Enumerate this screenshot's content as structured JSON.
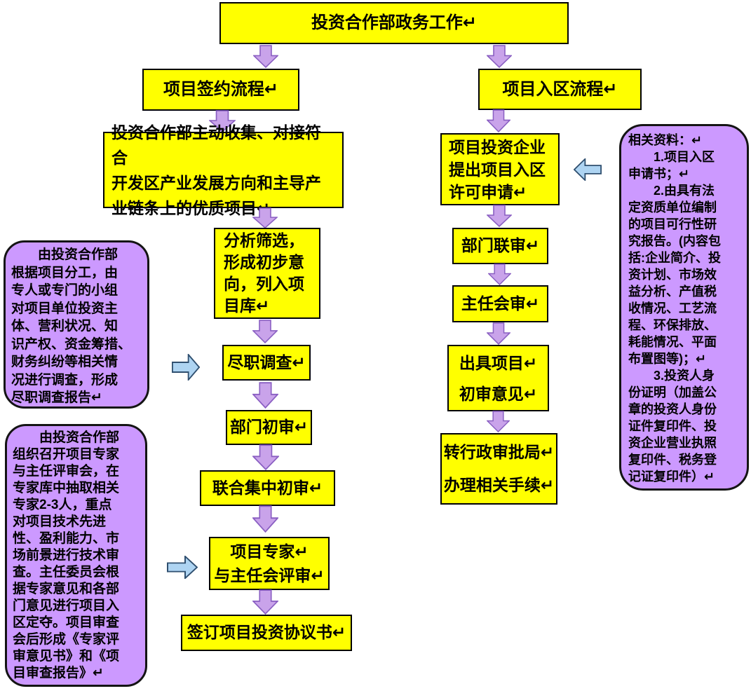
{
  "title_box": {
    "label": "投资合作部政务工作↵"
  },
  "left_flow": {
    "header": "项目签约流程↵",
    "steps": [
      {
        "id": "collect",
        "label": "投资合作部主动收集、对接符合\n开发区产业发展方向和主导产\n业链条上的优质项目↵"
      },
      {
        "id": "analyze",
        "label": "分析筛选，\n形成初步意\n向，列入项\n目库↵"
      },
      {
        "id": "due-diligence",
        "label": "尽职调查↵"
      },
      {
        "id": "dept-first-review",
        "label": "部门初审↵"
      },
      {
        "id": "joint-first-review",
        "label": "联合集中初审↵"
      },
      {
        "id": "expert-review",
        "label": "项目专家↵\n与主任会评审↵"
      },
      {
        "id": "sign-agreement",
        "label": "签订项目投资协议书↵"
      }
    ]
  },
  "right_flow": {
    "header": "项目入区流程↵",
    "steps": [
      {
        "id": "apply",
        "label": "项目投资企业\n提出项目入区\n许可申请↵"
      },
      {
        "id": "dept-joint-review",
        "label": "部门联审↵"
      },
      {
        "id": "director-review",
        "label": "主任会审↵"
      },
      {
        "id": "opinion",
        "label": "出具项目↵\n初审意见↵"
      },
      {
        "id": "transfer",
        "label": "转行政审批局↵\n办理相关手续↵"
      }
    ]
  },
  "callouts": {
    "due_diligence_note": "　　由投资合作部\n根据项目分工，由\n专人或专门的小组\n对项目单位投资主\n体、营利状况、知\n识产权、资金筹措、\n财务纠纷等相关情\n况进行调查，形成\n尽职调查报告↵",
    "expert_review_note": "　　由投资合作部\n组织召开项目专家\n与主任评审会，在\n专家库中抽取相关\n专家2-3人，重点\n对项目技术先进\n性、盈利能力、市\n场前景进行技术审\n查。主任委员会根\n据专家意见和各部\n门意见进行项目入\n区定夺。项目审查\n会后形成《专家评\n审意见书》和《项\n目审查报告》↵",
    "materials_note": "相关资料：↵\n　　1.项目入区\n申请书；↵\n　　2.由具有法\n定资质单位编制\n的项目可行性研\n究报告。(内容包\n括:企业简介、投\n资计划、市场效\n益分析、产值税\n收情况、工艺流\n程、环保排放、\n耗能情况、平面\n布置图等)；↵\n　　3.投资人身\n份证明（加盖公\n章的投资人身份\n证件复印件、投\n资企业营业执照\n复印件、税务登\n记证复印件）↵"
  },
  "colors": {
    "box_fill": "#ffff00",
    "callout_fill": "#cc99ff",
    "purple_arrow_fill": "#c9a3ea",
    "purple_arrow_stroke": "#8a5fc2",
    "blue_arrow_fill": "#aed4f2",
    "blue_arrow_stroke": "#2f4f6f"
  }
}
